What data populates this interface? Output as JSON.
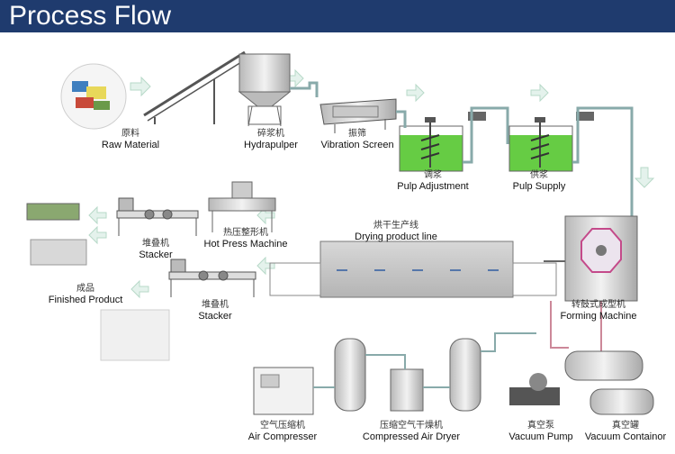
{
  "title": "Process Flow",
  "labels": {
    "raw_material": {
      "cn": "原料",
      "en": "Raw Material"
    },
    "hydrapulper": {
      "cn": "碎浆机",
      "en": "Hydrapulper"
    },
    "vibration_screen": {
      "cn": "振筛",
      "en": "Vibration Screen"
    },
    "pulp_adjustment": {
      "cn": "调浆",
      "en": "Pulp Adjustment"
    },
    "pulp_supply": {
      "cn": "供浆",
      "en": "Pulp Supply"
    },
    "stacker_top": {
      "cn": "堆叠机",
      "en": "Stacker"
    },
    "hot_press": {
      "cn": "热压整形机",
      "en": "Hot Press Machine"
    },
    "drying_line": {
      "cn": "烘干生产线",
      "en": "Drying product line"
    },
    "finished_product": {
      "cn": "成品",
      "en": "Finished Product"
    },
    "stacker_bottom": {
      "cn": "堆叠机",
      "en": "Stacker"
    },
    "forming_machine": {
      "cn": "转鼓式成型机",
      "en": "Forming Machine"
    },
    "air_compressor": {
      "cn": "空气压缩机",
      "en": "Air Compresser"
    },
    "air_dryer": {
      "cn": "压缩空气干燥机",
      "en": "Compressed Air Dryer"
    },
    "vacuum_pump": {
      "cn": "真空泵",
      "en": "Vacuum Pump"
    },
    "vacuum_container": {
      "cn": "真空罐",
      "en": "Vacuum Containor"
    }
  },
  "colors": {
    "header": "#1f3b6e",
    "pulp": "#66cc44",
    "pipe": "#9ab0b0",
    "machine": "#cccccc",
    "arrow": "#c8e6d8"
  }
}
